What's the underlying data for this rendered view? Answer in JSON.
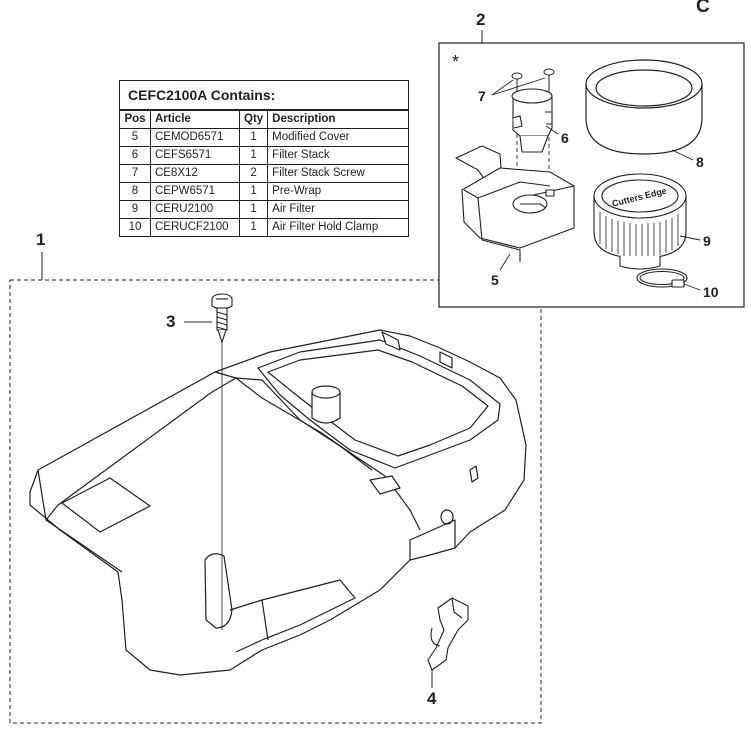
{
  "corner_label": "C",
  "callouts": {
    "cover": "1",
    "kit": "2",
    "screw": "3",
    "clip": "4",
    "modified_cover": "5",
    "filter_stack": "6",
    "stack_screws": "7",
    "pre_wrap": "8",
    "air_filter": "9",
    "hold_clamp": "10"
  },
  "kit_marker": "*",
  "filter_brand_text": "Cutters Edge",
  "table": {
    "title": "CEFC2100A Contains:",
    "headers": [
      "Pos",
      "Article",
      "Qty",
      "Description"
    ],
    "rows": [
      [
        "5",
        "CEMOD6571",
        "1",
        "Modified Cover"
      ],
      [
        "6",
        "CEFS6571",
        "1",
        "Filter Stack"
      ],
      [
        "7",
        "CE8X12",
        "2",
        "Filter Stack Screw"
      ],
      [
        "8",
        "CEPW6571",
        "1",
        "Pre-Wrap"
      ],
      [
        "9",
        "CERU2100",
        "1",
        "Air Filter"
      ],
      [
        "10",
        "CERUCF2100",
        "1",
        "Air Filter Hold Clamp"
      ]
    ]
  }
}
